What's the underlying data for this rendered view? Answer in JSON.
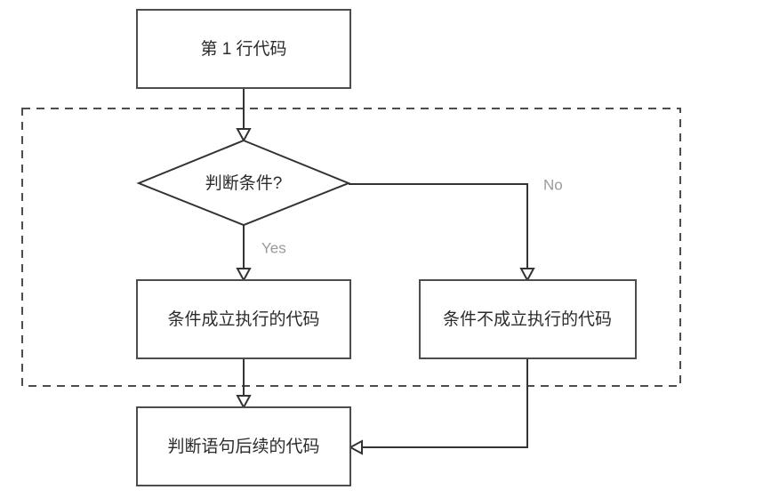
{
  "diagram": {
    "type": "flowchart",
    "title": "",
    "background_color": "#ffffff",
    "node_stroke_color": "#4d4d4d",
    "connector_color": "#333333",
    "edge_label_color": "#9a9a9a",
    "group": {
      "name": "if-else-block",
      "style": "dashed",
      "label": ""
    },
    "nodes": {
      "first_line": {
        "shape": "rectangle",
        "label": "第 1 行代码"
      },
      "condition": {
        "shape": "diamond",
        "label": "判断条件?"
      },
      "true_branch": {
        "shape": "rectangle",
        "label": "条件成立执行的代码"
      },
      "false_branch": {
        "shape": "rectangle",
        "label": "条件不成立执行的代码"
      },
      "after": {
        "shape": "rectangle",
        "label": "判断语句后续的代码"
      }
    },
    "edges": {
      "yes_label": "Yes",
      "no_label": "No"
    }
  }
}
